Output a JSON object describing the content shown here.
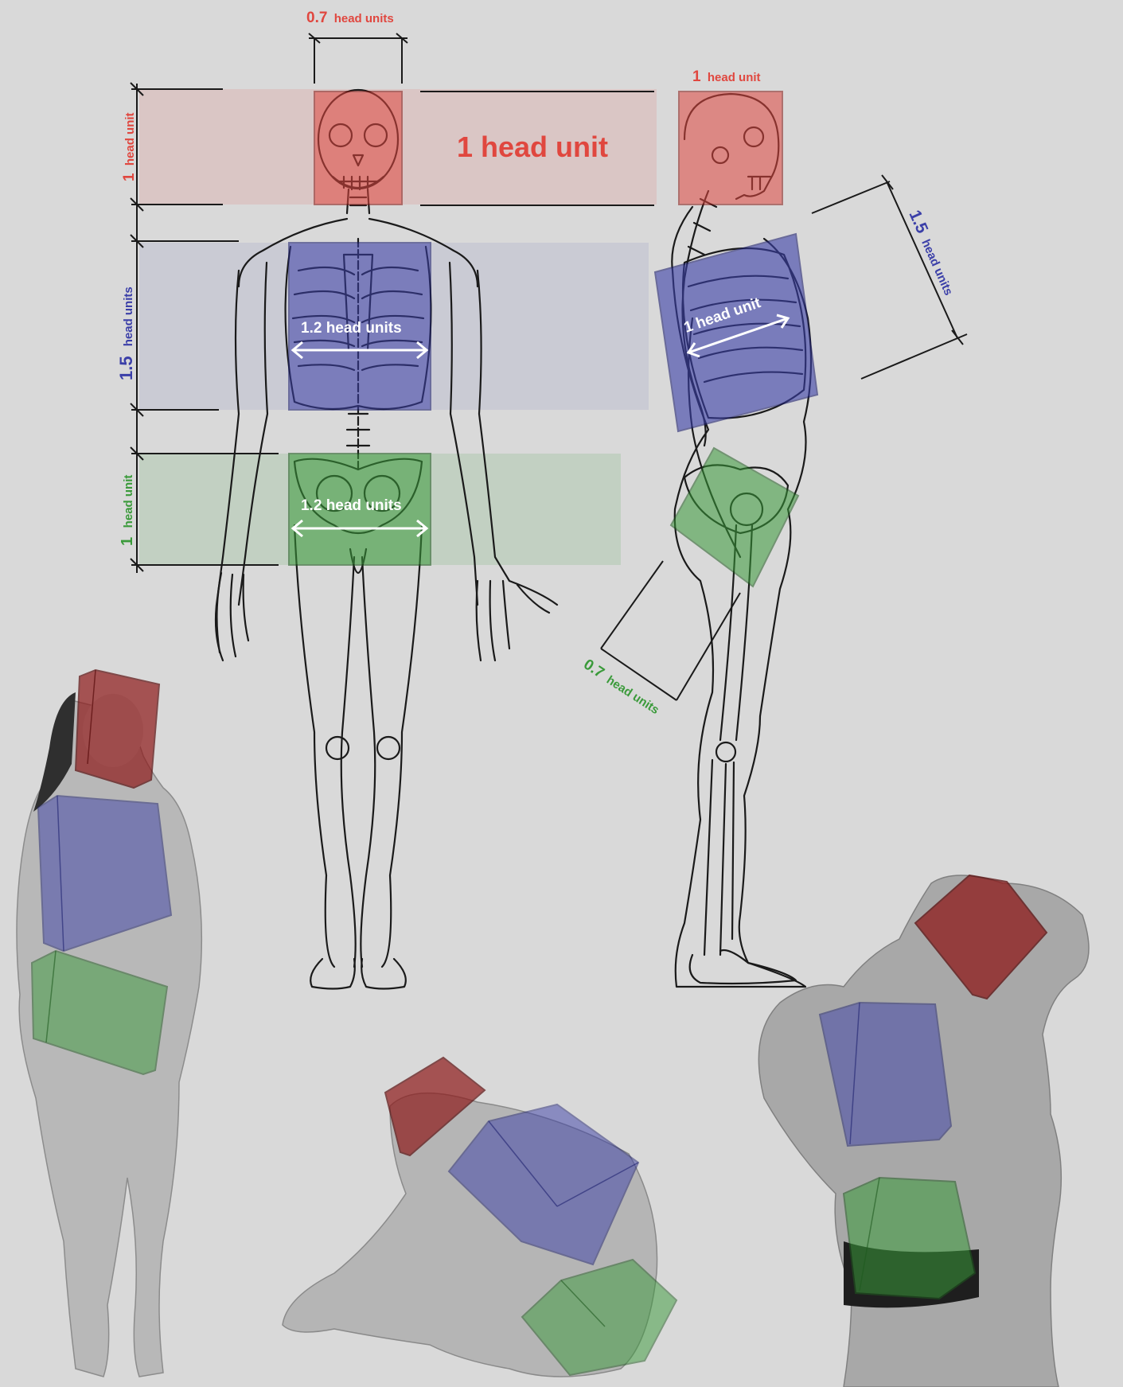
{
  "colors": {
    "background": "#d9d9d9",
    "head": "#e0473f",
    "ribcage": "#3b3fa8",
    "pelvis": "#3a9a3a",
    "line": "#1a1a1a",
    "white_label": "#ffffff"
  },
  "labels": {
    "front_head_width_num": "0.7",
    "front_head_width_unit": "head units",
    "side_head_num": "1",
    "side_head_unit": "head unit",
    "big_head_unit": "1 head unit",
    "left_head_num": "1",
    "left_head_unit": "head unit",
    "left_rib_num": "1.5",
    "left_rib_unit": "head units",
    "left_pelvis_num": "1",
    "left_pelvis_unit": "head unit",
    "front_rib_width": "1.2 head units",
    "front_pelvis_width": "1.2 head units",
    "side_rib_depth": "1 head unit",
    "side_rib_height_num": "1.5",
    "side_rib_height_unit": "head units",
    "side_pelvis_depth_num": "0.7",
    "side_pelvis_depth_unit": "head units"
  },
  "figures": {
    "front_skeleton": "front-view skeleton",
    "side_skeleton": "side-view skeleton",
    "photo_standing_woman": "standing female figure",
    "photo_crouching": "crouching figure",
    "photo_man_twisting": "twisting male figure"
  }
}
